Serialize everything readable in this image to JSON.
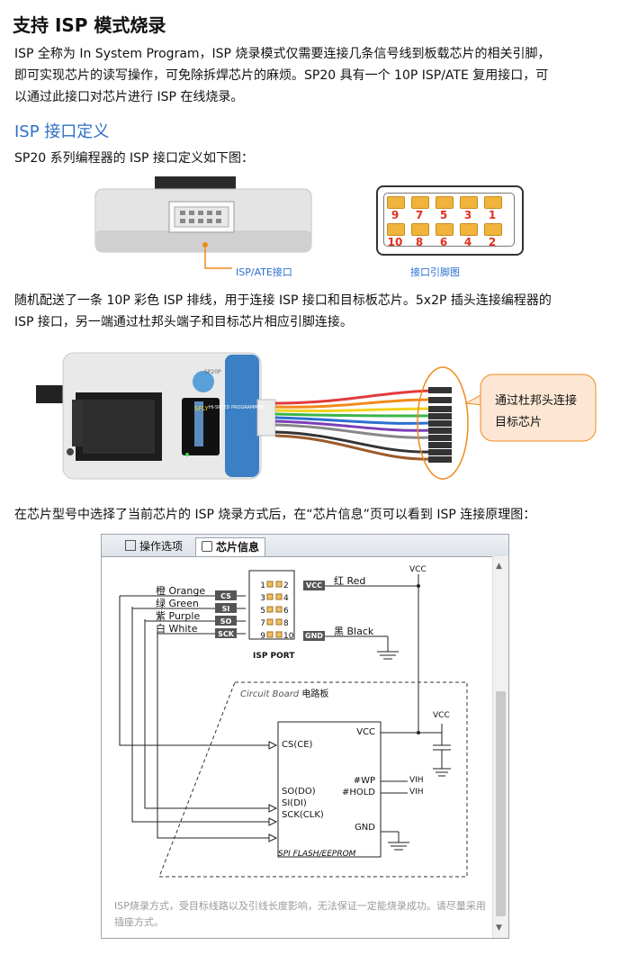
{
  "title": "支持 ISP 模式烧录",
  "intro": [
    "ISP 全称为 In System Program，ISP 烧录模式仅需要连接几条信号线到板载芯片的相关引脚，",
    "即可实现芯片的读写操作，可免除拆焊芯片的麻烦。SP20 具有一个 10P ISP/ATE 复用接口，可",
    "以通过此接口对芯片进行 ISP 在线烧录。"
  ],
  "section_title": "ISP 接口定义",
  "section_intro": "SP20 系列编程器的 ISP 接口定义如下图：",
  "fig1": {
    "label_port": "ISP/ATE接口",
    "label_pinout": "接口引脚图",
    "top_pins": [
      "9",
      "7",
      "5",
      "3",
      "1"
    ],
    "bottom_pins": [
      "10",
      "8",
      "6",
      "4",
      "2"
    ]
  },
  "cable_text": [
    "随机配送了一条 10P 彩色 ISP 排线，用于连接 ISP 接口和目标板芯片。5x2P 插头连接编程器的",
    "ISP 接口，另一端通过杜邦头端子和目标芯片相应引脚连接。"
  ],
  "fig2": {
    "callout_line1": "通过杜邦头连接",
    "callout_line2": "目标芯片",
    "device_side_text": "SP20P",
    "device_brand": "SFLY",
    "device_sub": "HI-SPEED PROGRAMMER"
  },
  "schematic_intro": "在芯片型号中选择了当前芯片的 ISP 烧录方式后，在“芯片信息”页可以看到 ISP 连接原理图：",
  "window": {
    "tab_ops": "操作选项",
    "tab_chip": "芯片信息",
    "footer": "ISP烧录方式，受目标线路以及引线长度影响，无法保证一定能烧录成功。请尽量采用插座方式。"
  },
  "schematic": {
    "wires": [
      {
        "cn": "橙",
        "en": "Orange",
        "sig": "CS"
      },
      {
        "cn": "绿",
        "en": "Green",
        "sig": "SI"
      },
      {
        "cn": "紫",
        "en": "Purple",
        "sig": "SO"
      },
      {
        "cn": "白",
        "en": "White",
        "sig": "SCK"
      }
    ],
    "pins_left": [
      "1",
      "3",
      "5",
      "7",
      "9"
    ],
    "pins_right": [
      "2",
      "4",
      "6",
      "8",
      "10"
    ],
    "vcc_tag": "VCC",
    "gnd_tag": "GND",
    "red_label": "红  Red",
    "black_label": "黑  Black",
    "vcc_top": "VCC",
    "port_label": "ISP PORT",
    "board_label_en": "Circuit Board",
    "board_label_cn": "电路板",
    "chip_pins_left": [
      "CS(CE)",
      "SO(DO)",
      "SI(DI)",
      "SCK(CLK)"
    ],
    "chip_pins_right": [
      "VCC",
      "#WP",
      "#HOLD",
      "GND"
    ],
    "vih1": "VIH",
    "vih2": "VIH",
    "vcc_cap": "VCC",
    "chip_label": "SPI FLASH/EEPROM"
  }
}
